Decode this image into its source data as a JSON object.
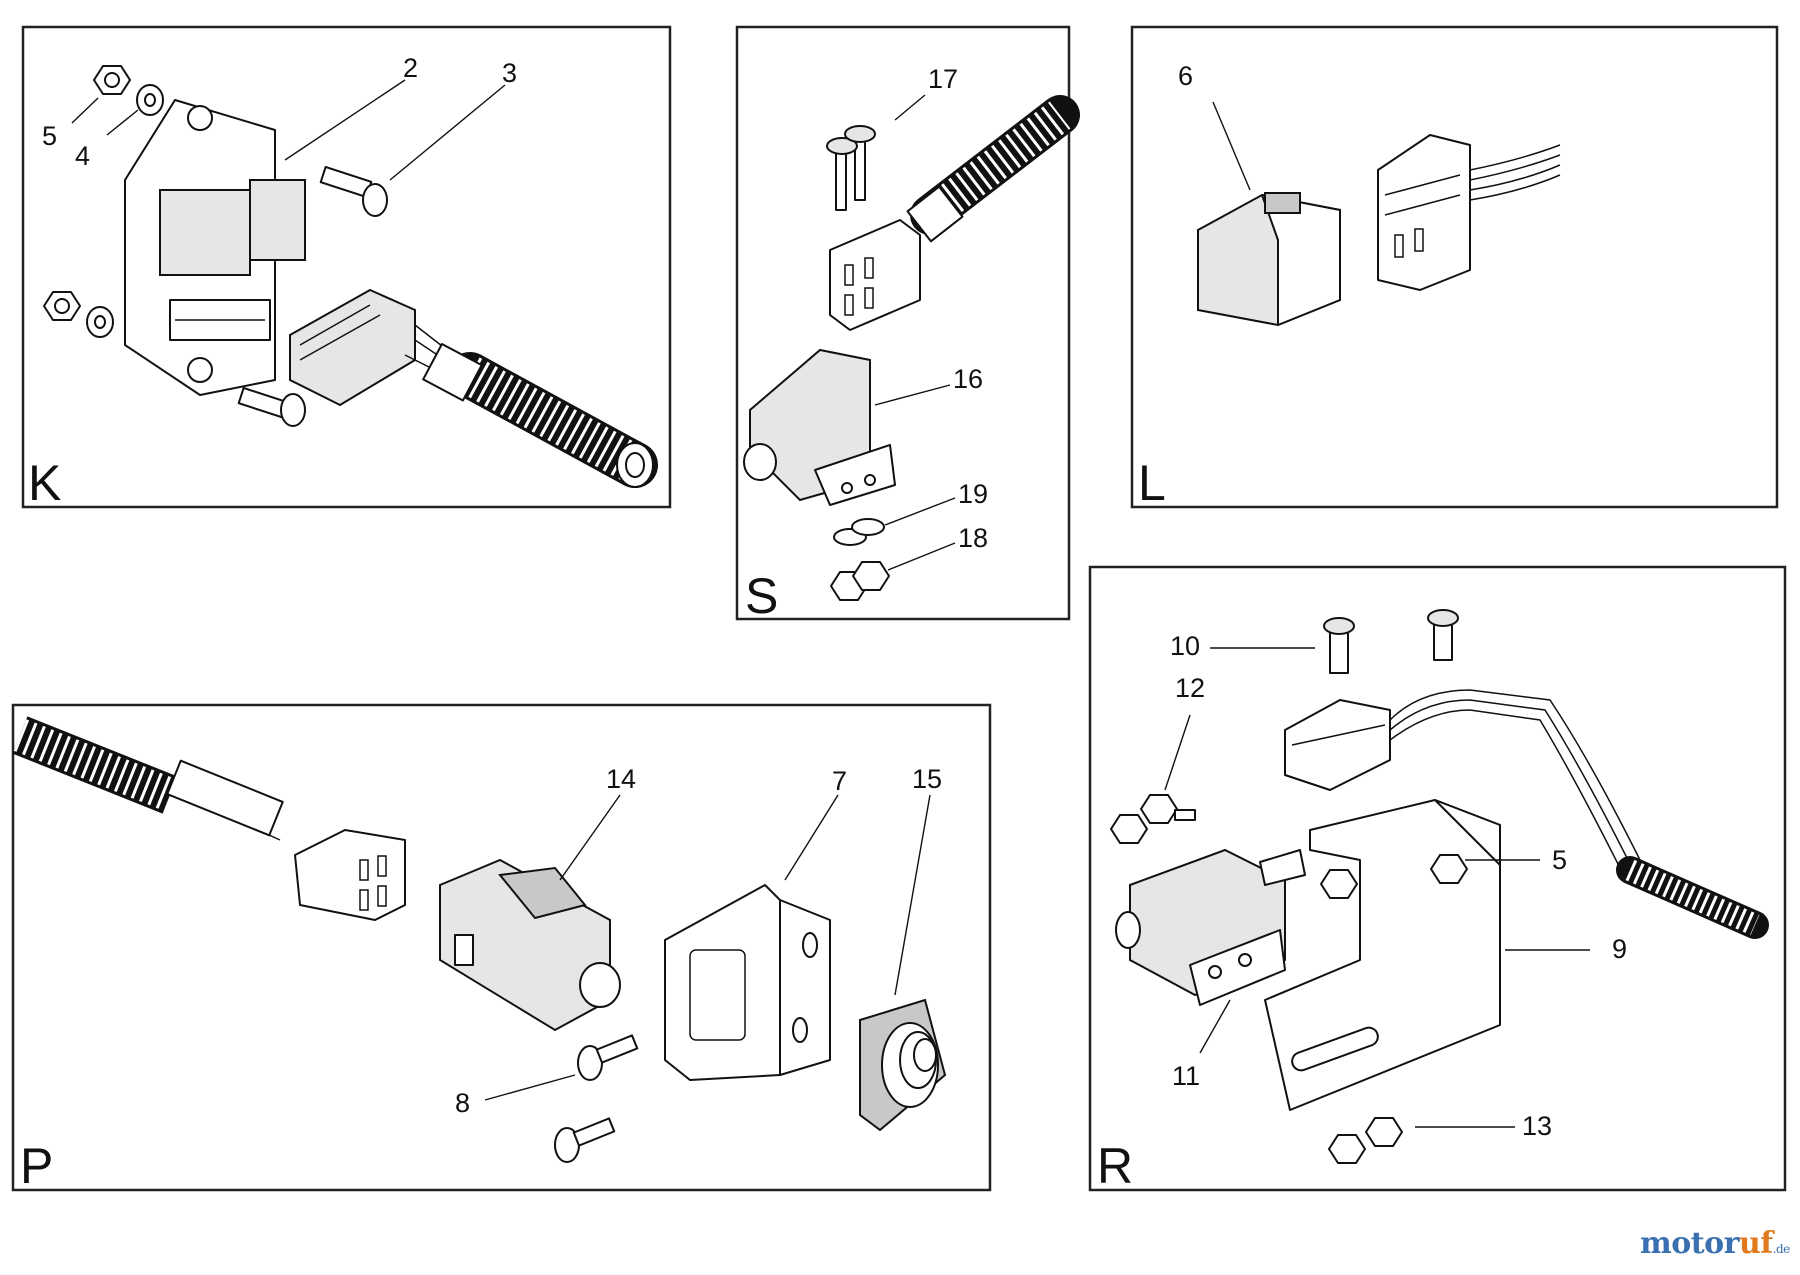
{
  "panels": {
    "K": {
      "label": "K",
      "callouts": [
        "2",
        "3",
        "4",
        "5"
      ]
    },
    "S": {
      "label": "S",
      "callouts": [
        "16",
        "17",
        "18",
        "19"
      ]
    },
    "L": {
      "label": "L",
      "callouts": [
        "6"
      ]
    },
    "P": {
      "label": "P",
      "callouts": [
        "7",
        "8",
        "14",
        "15"
      ]
    },
    "R": {
      "label": "R",
      "callouts": [
        "5",
        "9",
        "10",
        "11",
        "12",
        "13"
      ]
    }
  },
  "watermark": {
    "main": "motor",
    "accent": "uf",
    "suffix": ".de"
  }
}
